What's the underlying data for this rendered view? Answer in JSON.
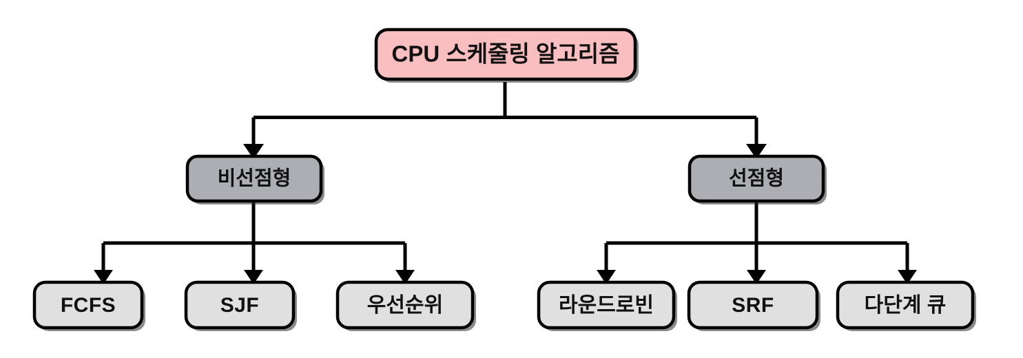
{
  "diagram": {
    "type": "tree",
    "title_node": {
      "id": "root",
      "label": "CPU 스케줄링 알고리즘",
      "fill": "#F9BEC0",
      "level": 0
    },
    "branches": [
      {
        "id": "nonpreemptive",
        "label": "비선점형",
        "fill": "#ADAEB4",
        "level": 1,
        "children": [
          {
            "id": "fcfs",
            "label": "FCFS",
            "fill": "#E0E0E0",
            "level": 2,
            "script": "latin"
          },
          {
            "id": "sjf",
            "label": "SJF",
            "fill": "#E0E0E0",
            "level": 2,
            "script": "latin"
          },
          {
            "id": "priority",
            "label": "우선순위",
            "fill": "#E0E0E0",
            "level": 2,
            "script": "hangul"
          }
        ]
      },
      {
        "id": "preemptive",
        "label": "선점형",
        "fill": "#ADAEB4",
        "level": 1,
        "children": [
          {
            "id": "round-robin",
            "label": "라운드로빈",
            "fill": "#E0E0E0",
            "level": 2,
            "script": "hangul"
          },
          {
            "id": "srf",
            "label": "SRF",
            "fill": "#E0E0E0",
            "level": 2,
            "script": "latin"
          },
          {
            "id": "multilevel-queue",
            "label": "다단계 큐",
            "fill": "#E0E0E0",
            "level": 2,
            "script": "hangul"
          }
        ]
      }
    ],
    "colors": {
      "root_fill": "#F9BEC0",
      "branch_fill": "#ADAEB4",
      "leaf_fill": "#E0E0E0",
      "stroke": "#000000",
      "background": "#FFFFFF",
      "text": "#111111"
    }
  }
}
